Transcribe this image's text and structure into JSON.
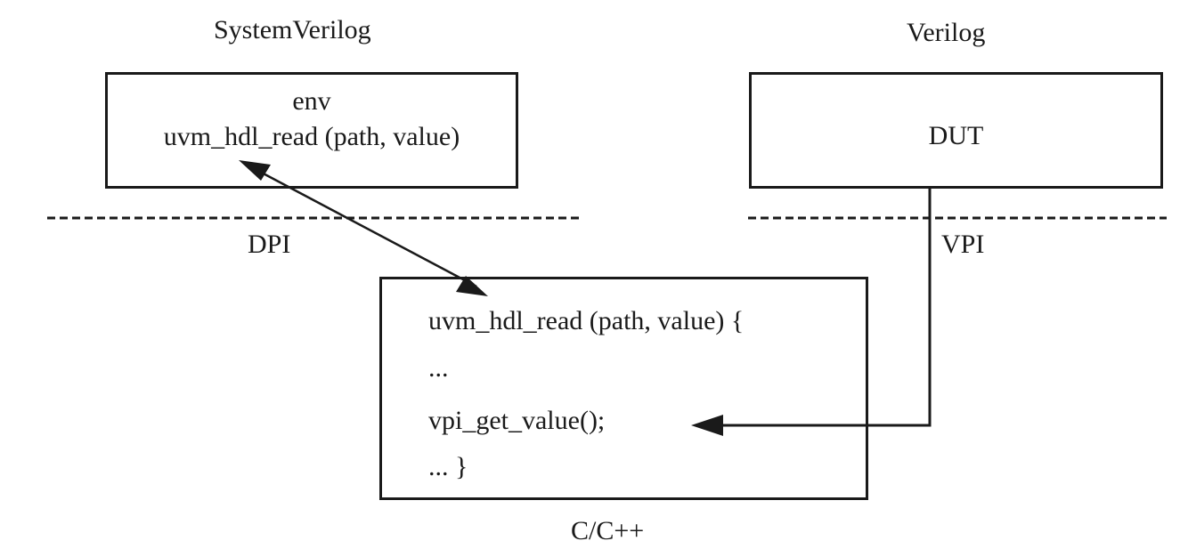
{
  "regions": {
    "systemverilog": "SystemVerilog",
    "verilog": "Verilog",
    "cpp": "C/C++"
  },
  "interfaces": {
    "dpi": "DPI",
    "vpi": "VPI"
  },
  "env_box": {
    "line1": "env",
    "line2": "uvm_hdl_read (path, value)"
  },
  "dut_box": {
    "label": "DUT"
  },
  "c_box": {
    "lines": [
      "uvm_hdl_read (path, value) {",
      "...",
      "vpi_get_value();",
      "... }"
    ]
  },
  "colors": {
    "stroke": "#1a1a1a",
    "background": "#ffffff"
  }
}
